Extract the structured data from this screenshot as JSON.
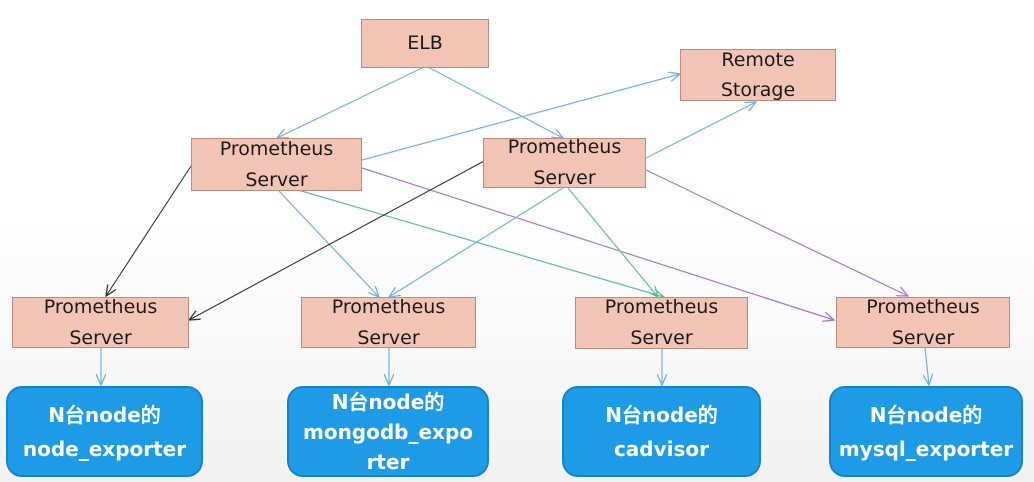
{
  "elb": {
    "label": "ELB"
  },
  "remote_storage": {
    "line1": "Remote",
    "line2": "Storage"
  },
  "top_servers": [
    {
      "line1": "Prometheus",
      "line2": "Server"
    },
    {
      "line1": "Prometheus",
      "line2": "Server"
    }
  ],
  "bottom_servers": [
    {
      "line1": "Prometheus",
      "line2": "Server"
    },
    {
      "line1": "Prometheus",
      "line2": "Server"
    },
    {
      "line1": "Prometheus",
      "line2": "Server"
    },
    {
      "line1": "Prometheus",
      "line2": "Server"
    }
  ],
  "exporters": [
    {
      "line1": "N台node的",
      "line2": "node_exporter",
      "line3": ""
    },
    {
      "line1": "N台node的",
      "line2": "mongodb_expo",
      "line3": "rter"
    },
    {
      "line1": "N台node的",
      "line2": "cadvisor",
      "line3": ""
    },
    {
      "line1": "N台node的",
      "line2": "mysql_exporter",
      "line3": ""
    }
  ],
  "colors": {
    "node_fill": "#f2c4b6",
    "exporter_fill": "#1e9be6",
    "arrow_blue": "#6fb3dd",
    "arrow_purple": "#a878c8",
    "arrow_green": "#5cbf9a",
    "arrow_dark": "#333333"
  }
}
